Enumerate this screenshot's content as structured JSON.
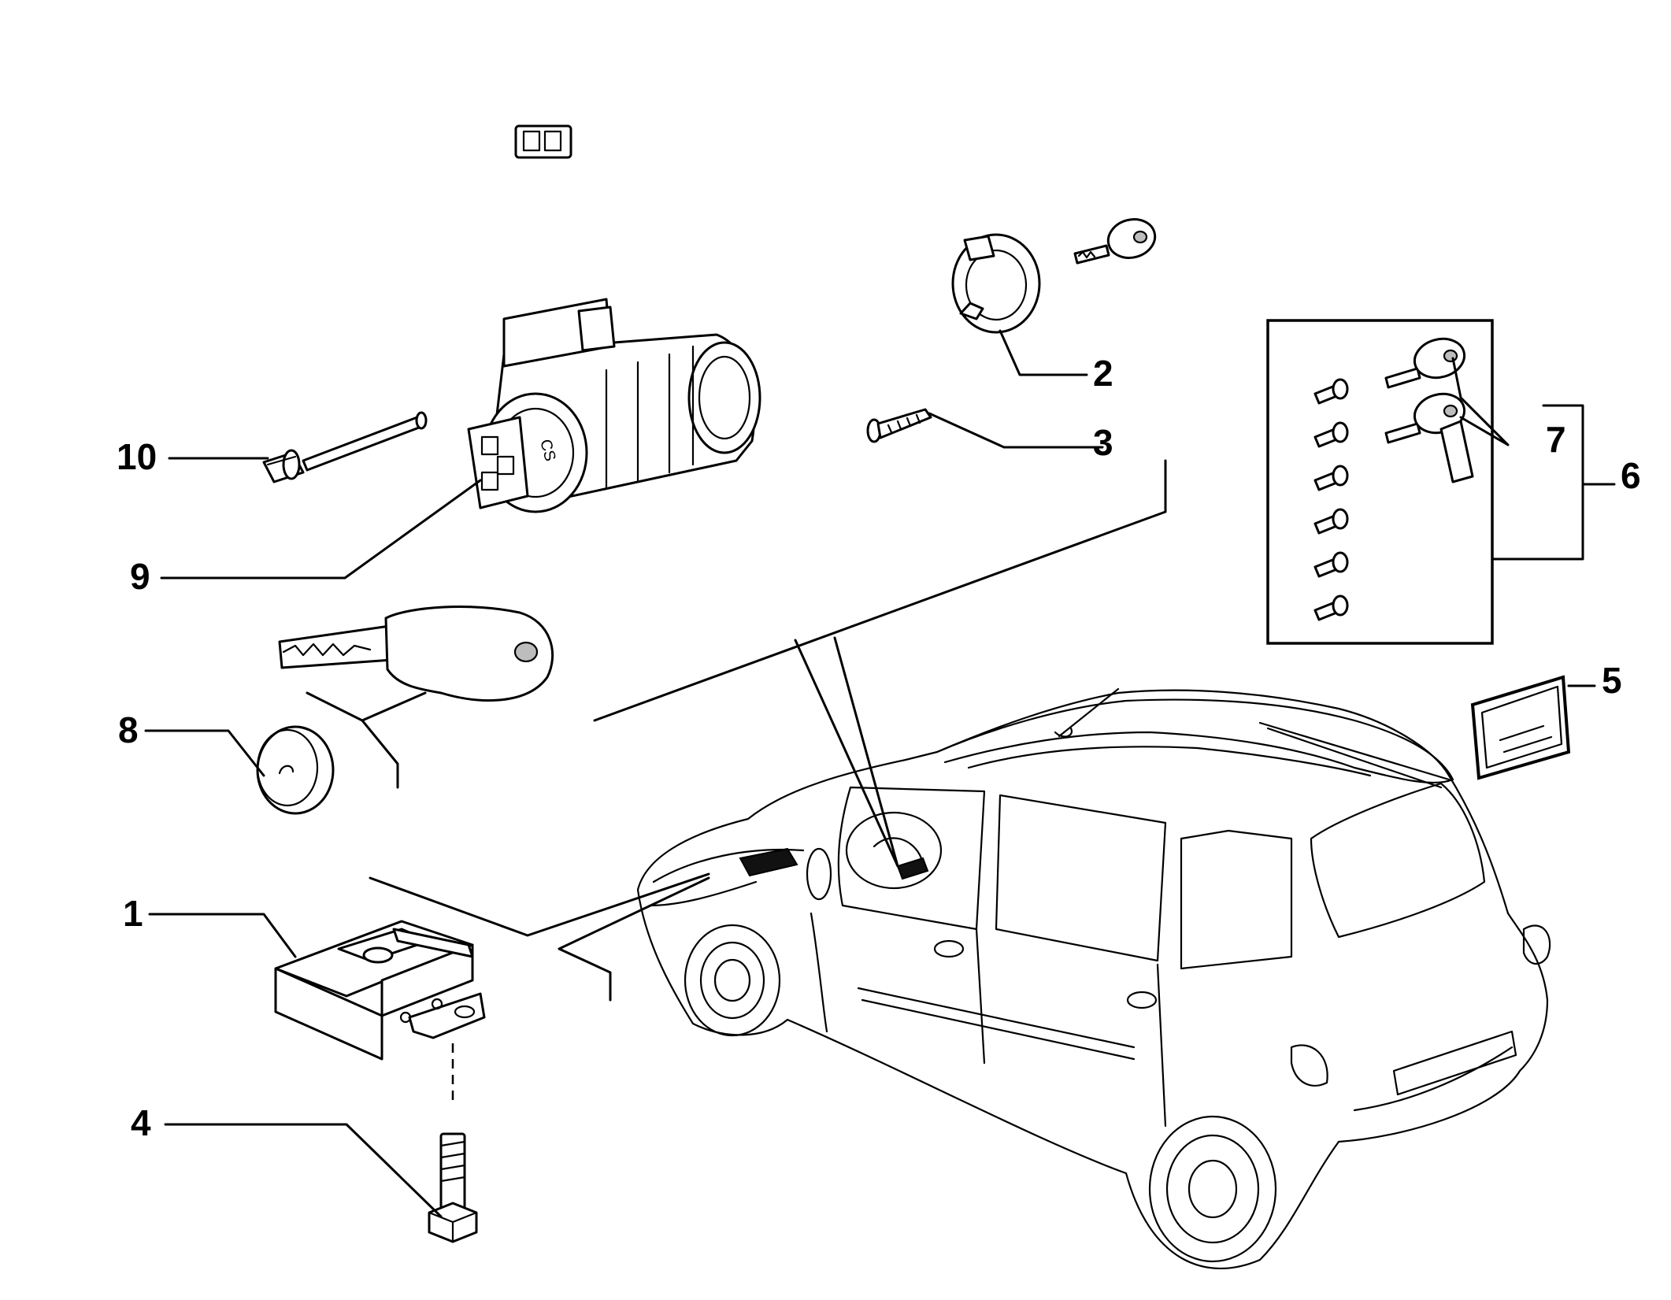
{
  "diagram": {
    "callouts": [
      {
        "id": "1",
        "label": "1"
      },
      {
        "id": "2",
        "label": "2"
      },
      {
        "id": "3",
        "label": "3"
      },
      {
        "id": "4",
        "label": "4"
      },
      {
        "id": "5",
        "label": "5"
      },
      {
        "id": "6",
        "label": "6"
      },
      {
        "id": "7",
        "label": "7"
      },
      {
        "id": "8",
        "label": "8"
      },
      {
        "id": "9",
        "label": "9"
      },
      {
        "id": "10",
        "label": "10"
      }
    ],
    "colors": {
      "line": "#000000",
      "background": "#ffffff",
      "shade": "#bdbdbd"
    }
  }
}
